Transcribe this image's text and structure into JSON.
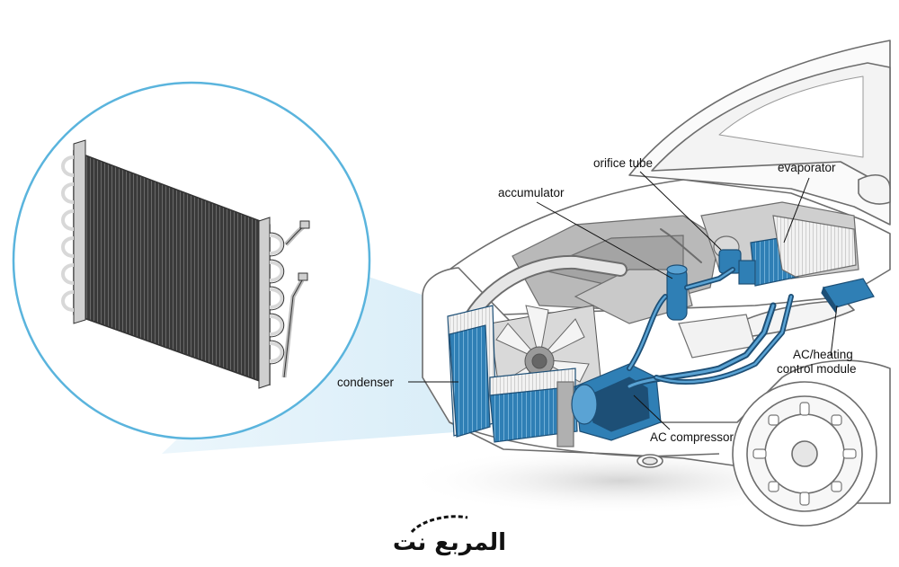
{
  "labels": {
    "orifice_tube": "orifice tube",
    "evaporator": "evaporator",
    "accumulator": "accumulator",
    "condenser": "condenser",
    "ac_heating_line1": "AC/heating",
    "ac_heating_line2": "control module",
    "ac_compressor": "AC compressor"
  },
  "logo": {
    "text": "المربع نت"
  },
  "colors": {
    "component_blue": "#2f7fb5",
    "component_dark": "#1d4f76",
    "outline": "#6d6d6d",
    "circle_stroke": "#5ab4dd",
    "beam": "#bfe0f2"
  }
}
